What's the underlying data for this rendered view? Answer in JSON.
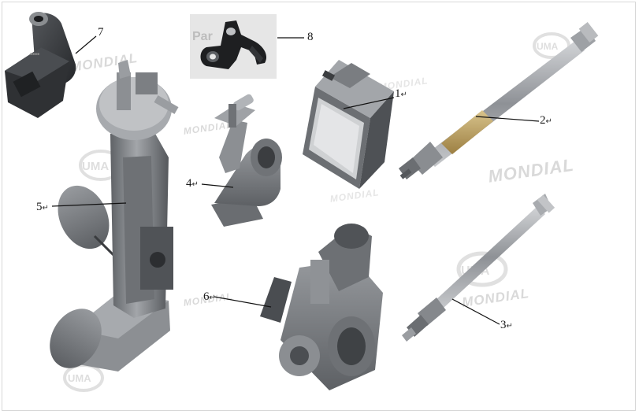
{
  "callouts": [
    {
      "number": "1",
      "mark": "↵"
    },
    {
      "number": "2",
      "mark": "↵"
    },
    {
      "number": "3",
      "mark": "↵"
    },
    {
      "number": "4",
      "mark": "↵"
    },
    {
      "number": "5",
      "mark": "↵"
    },
    {
      "number": "6",
      "mark": "↵"
    },
    {
      "number": "7",
      "mark": ""
    },
    {
      "number": "8",
      "mark": ""
    }
  ],
  "watermarks": {
    "brand": "MONDIAL",
    "logo": "UMA",
    "inset": "Par"
  },
  "colors": {
    "part_gray": "#7d8085",
    "part_dark": "#3c3f43",
    "part_light": "#b4b7bb",
    "sensor_gold": "#b69a5c",
    "inset_bg": "#e6e6e6",
    "watermark": "#d9d9d9"
  }
}
